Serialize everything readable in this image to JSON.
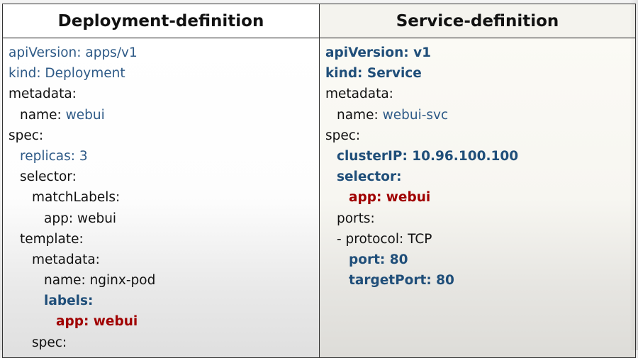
{
  "slide": {
    "left_header": "Deployment-definition",
    "right_header": "Service-definition",
    "left_lines": [
      {
        "text": "apiVersion: apps/v1",
        "style": "blue",
        "indent": 0
      },
      {
        "text": "kind: Deployment",
        "style": "blue",
        "indent": 0
      },
      {
        "text": "metadata:",
        "style": "plain",
        "indent": 0
      },
      {
        "text": "name: ",
        "style": "plain",
        "indent": 1,
        "suffix": "webui",
        "suffix_style": "blue"
      },
      {
        "text": "spec:",
        "style": "plain",
        "indent": 0
      },
      {
        "text": "replicas: 3",
        "style": "blue",
        "indent": 1
      },
      {
        "text": "selector:",
        "style": "plain",
        "indent": 1
      },
      {
        "text": "matchLabels:",
        "style": "plain",
        "indent": 2
      },
      {
        "text": "app: webui",
        "style": "plain",
        "indent": 3
      },
      {
        "text": "template:",
        "style": "plain",
        "indent": 1
      },
      {
        "text": "metadata:",
        "style": "plain",
        "indent": 2
      },
      {
        "text": "name: nginx-pod",
        "style": "plain",
        "indent": 3
      },
      {
        "text": "labels:",
        "style": "bold-blue",
        "indent": 3
      },
      {
        "text": "app: webui",
        "style": "bold-red",
        "indent": 4
      },
      {
        "text": "spec:",
        "style": "plain",
        "indent": 2
      }
    ],
    "right_lines": [
      {
        "text": "apiVersion: v1",
        "style": "bold-blue",
        "indent": 0
      },
      {
        "text": "kind: Service",
        "style": "bold-blue",
        "indent": 0
      },
      {
        "text": "metadata:",
        "style": "plain",
        "indent": 0
      },
      {
        "text": "name: ",
        "style": "plain",
        "indent": 1,
        "suffix": "webui-svc",
        "suffix_style": "blue"
      },
      {
        "text": "spec:",
        "style": "plain",
        "indent": 0
      },
      {
        "text": "clusterIP: 10.96.100.100",
        "style": "bold-blue",
        "indent": 1
      },
      {
        "text": "selector:",
        "style": "bold-blue",
        "indent": 1
      },
      {
        "text": "app: webui",
        "style": "bold-red",
        "indent": 2
      },
      {
        "text": "ports:",
        "style": "plain",
        "indent": 1
      },
      {
        "text": "- protocol: TCP",
        "style": "plain",
        "indent": 1
      },
      {
        "text": "port: 80",
        "style": "bold-blue",
        "indent": 2
      },
      {
        "text": "targetPort: 80",
        "style": "bold-blue",
        "indent": 2
      }
    ],
    "colors": {
      "blue": "#2e5a87",
      "bold_blue": "#1f4e79",
      "red": "#a00000"
    }
  }
}
